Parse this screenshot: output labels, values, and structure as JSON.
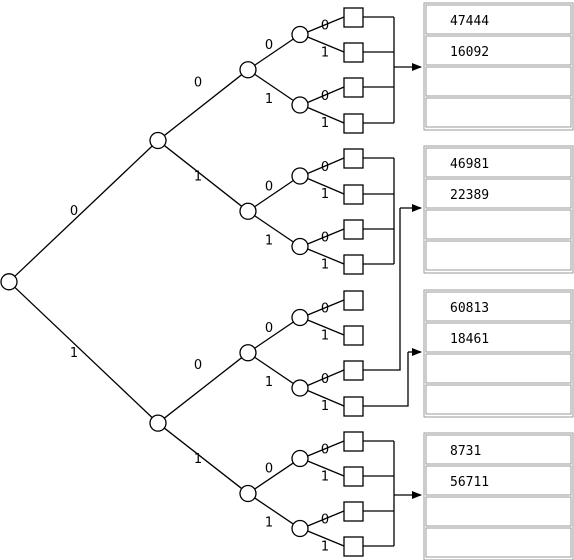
{
  "tree": {
    "edge_labels": {
      "zero": "0",
      "one": "1"
    }
  },
  "buckets": [
    {
      "slots": [
        "47444",
        "16092",
        "",
        ""
      ]
    },
    {
      "slots": [
        "46981",
        "22389",
        "",
        ""
      ]
    },
    {
      "slots": [
        "60813",
        "18461",
        "",
        ""
      ]
    },
    {
      "slots": [
        "8731",
        "56711",
        "",
        ""
      ]
    }
  ],
  "leaf_bucket_map": [
    0,
    0,
    0,
    0,
    1,
    1,
    1,
    1,
    null,
    null,
    1,
    2,
    3,
    3,
    3,
    3
  ]
}
